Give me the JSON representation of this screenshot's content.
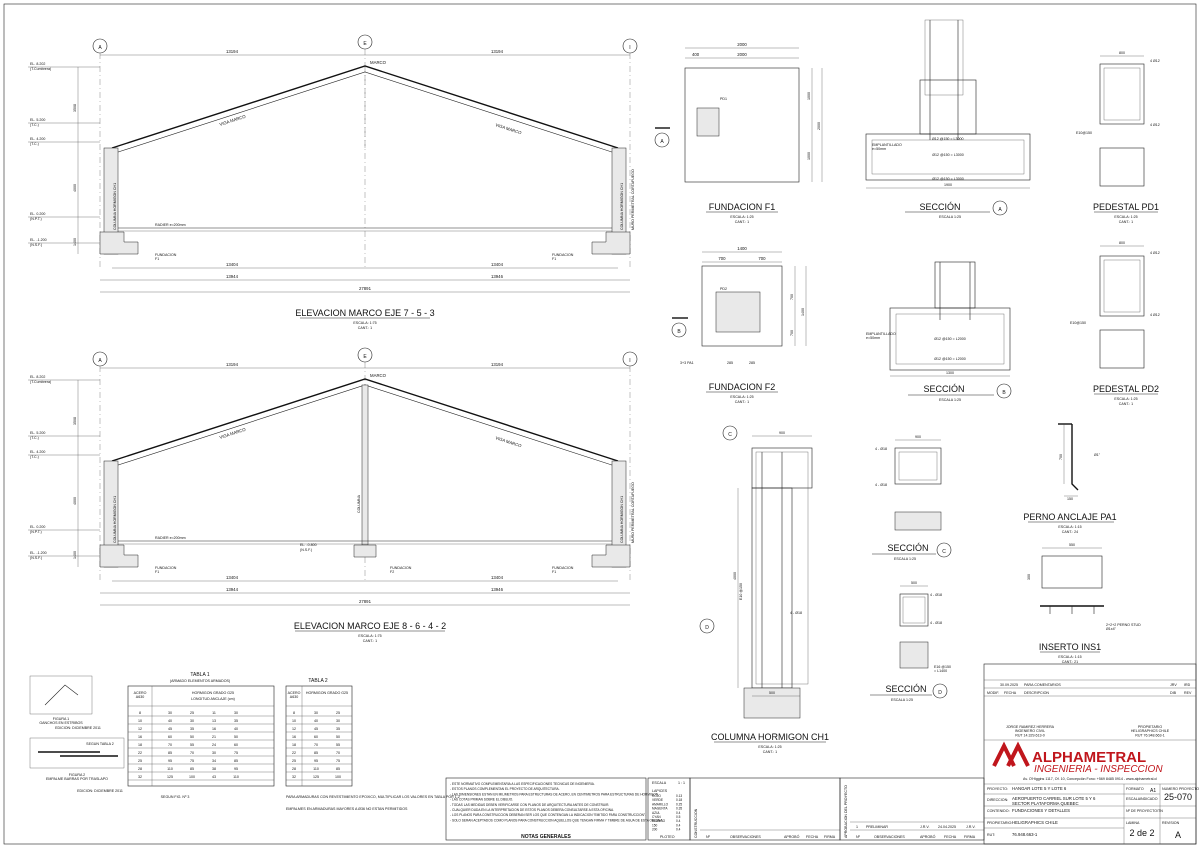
{
  "drawings": {
    "elev1": {
      "title": "ELEVACION MARCO EJE 7 - 5 - 3",
      "scale": "ESCALA: 1:75",
      "qty": "CANT.: 1"
    },
    "elev2": {
      "title": "ELEVACION MARCO EJE 8 - 6 - 4 - 2",
      "scale": "ESCALA: 1:75",
      "qty": "CANT.: 1"
    },
    "axes": [
      "A",
      "E",
      "I"
    ],
    "levels": [
      {
        "label": "EL. 8.202",
        "sub": "(T.Cumbrera)"
      },
      {
        "label": "EL. 5.200",
        "sub": "(T.C.)"
      },
      {
        "label": "EL. 4.200",
        "sub": "(T.C.)"
      },
      {
        "label": "EL. 0.200",
        "sub": "(N.P.T.)"
      },
      {
        "label": "EL. -1.200",
        "sub": "(N.S.F.)"
      }
    ],
    "labels": {
      "viga": "VIGA MARCO",
      "marco": "MARCO",
      "columna": "COLUMNA HORMIGON CH1",
      "muro": "MURO PERIMETRAL CORTAFUEGO",
      "radier": "RADIER e=200mm",
      "fundacion_f1": "FUNDACION\nF1",
      "fundacion_f2": "FUNDACION\nF2",
      "columna_c": "COLUMNA",
      "el_m": "EL. -0.800",
      "nsf": "(N.S.F.)"
    },
    "dims": {
      "half": "13194",
      "full": "27891",
      "b1": "13404",
      "b2": "13944",
      "b3": "13946",
      "h1": "3508",
      "h2": "4000",
      "h3": "1400",
      "h4": "800",
      "d1000": "1000"
    },
    "fundacion_f1": {
      "title": "FUNDACION F1",
      "scale": "ESCALA: 1:25",
      "qty": "CANT.: 1",
      "d2000": "2000",
      "d400": "400",
      "pd": "PD1",
      "d1000": "1000"
    },
    "fundacion_f2": {
      "title": "FUNDACION F2",
      "scale": "ESCALA: 1:25",
      "qty": "CANT.: 1",
      "d1400": "1400",
      "d700": "700",
      "pd": "PD2",
      "d285": "285",
      "pa": "3+3 PA1"
    },
    "seccion_a": {
      "title": "SECCIÓN",
      "mark": "A",
      "scale": "ESCALA 1:25",
      "bar1": "Ø12 @150 = L3000",
      "bar2": "Ø12 @150 = L3000",
      "emp": "EMPLANTILLADO\ne=50mm",
      "d1900": "1900"
    },
    "seccion_b": {
      "title": "SECCIÓN",
      "mark": "B",
      "scale": "ESCALA 1:25",
      "bar1": "Ø12 @150 = L2000",
      "bar2": "Ø12 @150 = L2000",
      "emp": "EMPLANTILLADO\ne=50mm",
      "d1300": "1300"
    },
    "pedestal_pd1": {
      "title": "PEDESTAL PD1",
      "scale": "ESCALA: 1:25",
      "qty": "CANT.: 1",
      "d800": "800",
      "bars": "4 Ø12",
      "est": "E10@150"
    },
    "pedestal_pd2": {
      "title": "PEDESTAL PD2",
      "scale": "ESCALA: 1:25",
      "qty": "CANT.: 1",
      "d800": "800",
      "bars": "4 Ø12",
      "est": "E10@150"
    },
    "columna": {
      "title": "COLUMNA HORMIGON CH1",
      "scale": "ESCALA: 1:25",
      "qty": "CANT.: 1",
      "d900": "900",
      "d4000": "4000",
      "d500": "500",
      "est": "E10 @150",
      "bars": "4 - Ø18"
    },
    "seccion_c": {
      "title": "SECCIÓN",
      "mark": "C",
      "scale": "ESCALA 1:25",
      "d900": "900",
      "bars": "4 - Ø18",
      "est": "E16 @150\n= L2000"
    },
    "seccion_d": {
      "title": "SECCIÓN",
      "mark": "D",
      "scale": "ESCALA 1:25",
      "d500": "500",
      "bars": "4 - Ø18",
      "est": "E16 @150\n= L1400"
    },
    "perno": {
      "title": "PERNO ANCLAJE PA1",
      "scale": "ESCALA: 1:15",
      "qty": "CANT.: 24",
      "d700": "700",
      "d150": "150",
      "dia": "Ø1\""
    },
    "inserto": {
      "title": "INSERTO INS1",
      "scale": "ESCALA: 1:15",
      "qty": "CANT.: 21",
      "d550": "550",
      "d300": "300",
      "stud": "2+2+2 PERNO STUD\nØ1x4\""
    },
    "tables": {
      "t1_title": "TABLA 1",
      "t1_sub": "(ARMADO ELEMENTOS ARMADOS)",
      "t2_title": "TABLA 2",
      "fig1": "FIGURA 1\nGANCHOS EN ESTRIBOS",
      "fig2": "FIGURA 2\nEMPALME BARRAS POR TRASLAPO",
      "edition": "EDICION: DICIEMBRE 2011",
      "seg_tabla": "SEGUN TABLA 2",
      "acero": "ACERO\nA630",
      "hormigon": "HORMIGON GRADO G25",
      "long": "LONGITUD ANCLAJE (cm)",
      "rows": [
        [
          "8",
          "30",
          "25",
          "11",
          "30"
        ],
        [
          "10",
          "40",
          "30",
          "13",
          "35"
        ],
        [
          "12",
          "45",
          "35",
          "16",
          "40"
        ],
        [
          "16",
          "60",
          "50",
          "21",
          "50"
        ],
        [
          "18",
          "70",
          "55",
          "24",
          "60"
        ],
        [
          "22",
          "85",
          "70",
          "30",
          "75"
        ],
        [
          "25",
          "95",
          "75",
          "34",
          "85"
        ],
        [
          "28",
          "110",
          "85",
          "38",
          "95"
        ],
        [
          "32",
          "125",
          "100",
          "43",
          "110"
        ]
      ],
      "note1": "PARA ARMADURAS CON REVESTIMIENTO EPOXICO, MULTIPLICAR LOS VALORES EN TABLA POR 1.2",
      "note2": "EMPALMES EN ARMADURAS MAYORES A Ø36 NO ESTAN PERMITIDOS",
      "seg_fig": "SEGUN FIG. Nº 3"
    },
    "notas": {
      "title": "NOTAS GENERALES",
      "items": [
        "ESTE NORMATIVO COMPLEMENTARIA A LAS ESPECIFICACIONES TECNICAS DE INGENIERIA.",
        "ESTOS PLANOS COMPLEMENTAN EL PROYECTO DE ARQUITECTURA.",
        "LAS DIMENSIONES ESTAN EN MILIMETROS PARA ESTRUCTURAS DE ACERO, EN CENTIMETROS PARA ESTRUCTURAS DE HORMIGON.",
        "LAS COTAS PRIMAN SOBRE EL DIBUJO.",
        "TODAS LAS MEDIDAS DEBEN VERIFICARSE CON PLANOS DE ARQUITECTURA ANTES DE CONSTRUIR.",
        "CUALQUIER DUDA EN LA INTERPRETACION DE ESTOS PLANOS DEBERA CONSULTARSE A ESTA OFICINA.",
        "LOS PLANOS PARA CONSTRUCCION DEBERAN SER LOS QUE CONTENGAN LA INDICACION \"EMITIDO PARA CONSTRUCCION\".",
        "SOLO SERAN ACEPTADOS COMO PLANOS PARA CONSTRUCCION AQUELLOS QUE TENGAN FIRMA Y TIMBRE DE AGUA DE ESTA OFICINA."
      ]
    },
    "escala": {
      "label": "ESCALA",
      "value": "1 : 1",
      "lapices": "LAPICES",
      "rows": [
        [
          "ROJO",
          "0.13"
        ],
        [
          "VERDE",
          "0.18"
        ],
        [
          "AMARILLO",
          "0.25"
        ],
        [
          "MAGENTA",
          "0.35"
        ],
        [
          "AZUL",
          "0.4"
        ],
        [
          "CYAN",
          "0.5"
        ],
        [
          "BLANCO",
          "0.4"
        ],
        [
          "150",
          "0.4"
        ],
        [
          "200",
          "0.4"
        ]
      ],
      "plotter": "PLOTEO"
    },
    "rev_labels": {
      "construccion": "CONSTRUCCION",
      "aprobacion": "APROBACION DEL PROYECTO",
      "n": "Nº",
      "obs": "OBSERVACIONES",
      "aprobo": "APROBÓ",
      "fecha": "FECHA",
      "firma": "FIRMA"
    },
    "rev_row": {
      "n": "1",
      "obs": "PRELIMINAR",
      "by": "J.R.V.",
      "date": "24.04.2025",
      "by2": "J.R.V."
    },
    "title_block": {
      "rev_date": "30.09.2025",
      "rev_desc": "PARA COMENTARIOS",
      "rev_by": "JRV",
      "rev_by2": "IRD",
      "mod": "MODIF.",
      "fecha": "FECHA",
      "desc": "DESCRIPCION",
      "dib": "DIB",
      "rev": "REV",
      "ing1": "JORGE RAMIREZ HERRERA\nINGENIERO CIVIL\nRUT 14.329.613-0",
      "prop": "PROPIETARIO\nHELIGRAPHICS CHILE\nRUT 76.948.663-1",
      "company": "ALPHAMETRAL",
      "company_sub": "INGENIERIA - INSPECCION",
      "address": "Av. O'Higgins 1117, Of. 10, Concepción  Fono: +569 8485 0914 - www.alphametral.cl",
      "proyecto_l": "PROYECTO:",
      "proyecto": "HANGAR LOTE 5 Y LOTE 6",
      "direccion_l": "DIRECCION:",
      "direccion": "AEROPUERTO CARRIEL SUR LOTE 5 Y 6\nSECTOR PLATAFORMA QUEBEC",
      "contenido_l": "CONTENIDO:",
      "contenido": "FUNDACIONES Y DETALLES",
      "propietario_l": "PROPIETARIO:",
      "propietario": "HELIGRAPHICS CHILE",
      "rut_l": "RUT:",
      "rut": "76.948.663-1",
      "formato_l": "FORMATO",
      "formato": "A1",
      "escala_l": "ESCALA",
      "escala": "INDICADO",
      "nproy_l": "NUMERO PROYECTO",
      "nproy": "25-070",
      "codigo_l": "Nº DE PROYECTO/TN",
      "lamina_l": "LAMINA",
      "lamina": "2 de 2",
      "revision_l": "REVISION",
      "revision": "A"
    }
  }
}
